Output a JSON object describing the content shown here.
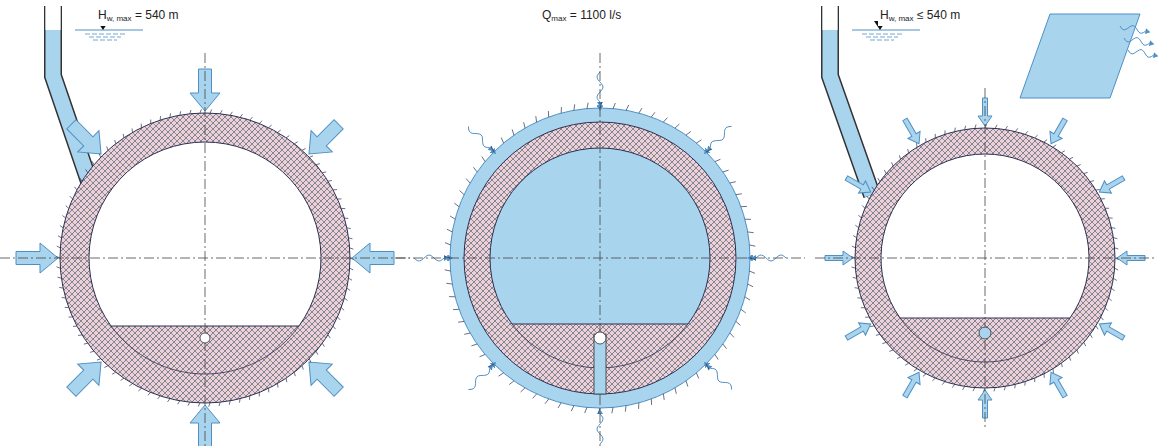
{
  "diagram": {
    "labels": [
      "Hw, max = 540 m",
      "Qmax = 1100 l/s",
      "Hw, max ≤ 540 m"
    ]
  }
}
